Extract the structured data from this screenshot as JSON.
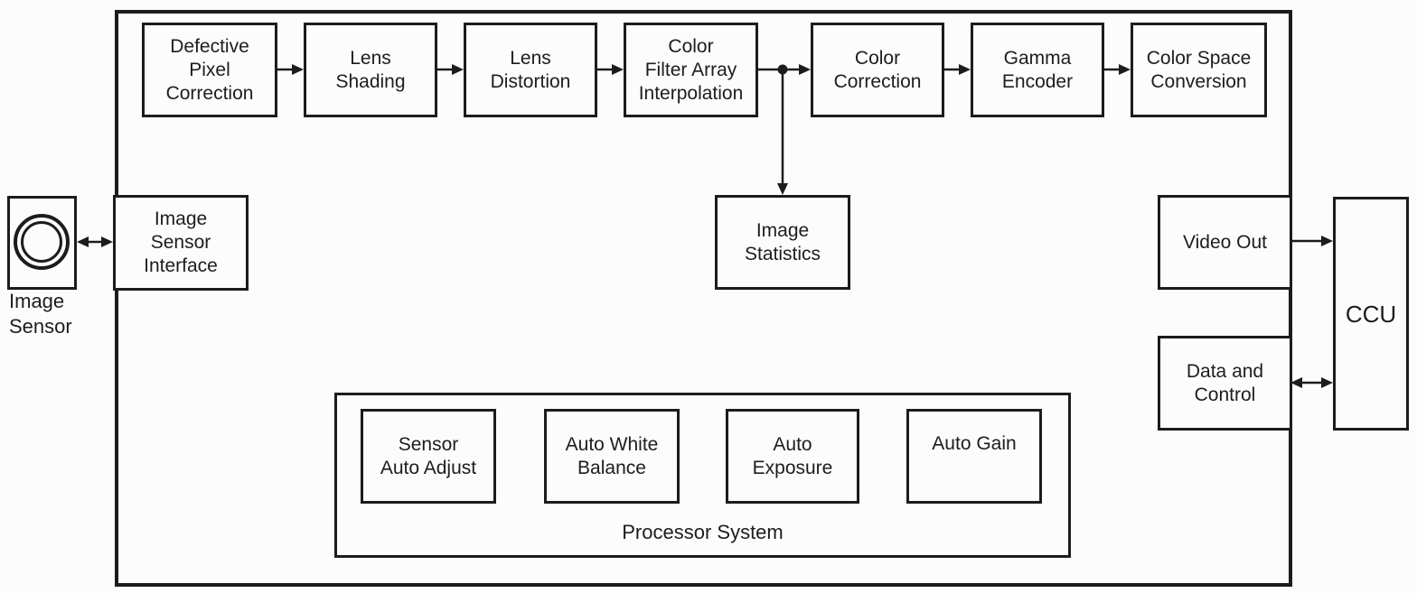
{
  "diagram": {
    "description": "Camera head image-processing pipeline block diagram",
    "colors": {
      "line": "#1c1c1c",
      "background": "#fcfcfc"
    },
    "blocks": {
      "defective_pixel_correction": "Defective\nPixel\nCorrection",
      "lens_shading": "Lens\nShading",
      "lens_distortion": "Lens\nDistortion",
      "color_filter_array_interpolation": "Color\nFilter Array\nInterpolation",
      "color_correction": "Color\nCorrection",
      "gamma_encoder": "Gamma\nEncoder",
      "color_space_conversion": "Color Space\nConversion",
      "image_sensor_interface": "Image\nSensor\nInterface",
      "image_statistics": "Image\nStatistics",
      "video_out": "Video Out",
      "data_and_control": "Data and\nControl",
      "ccu": "CCU",
      "sensor_auto_adjust": "Sensor\nAuto Adjust",
      "auto_white_balance": "Auto White\nBalance",
      "auto_exposure": "Auto\nExposure",
      "auto_gain": "Auto Gain"
    },
    "labels": {
      "processor_system": "Processor System",
      "image_sensor": "Image\nSensor"
    },
    "icons": {
      "lens": "double-circle lens glyph"
    }
  }
}
